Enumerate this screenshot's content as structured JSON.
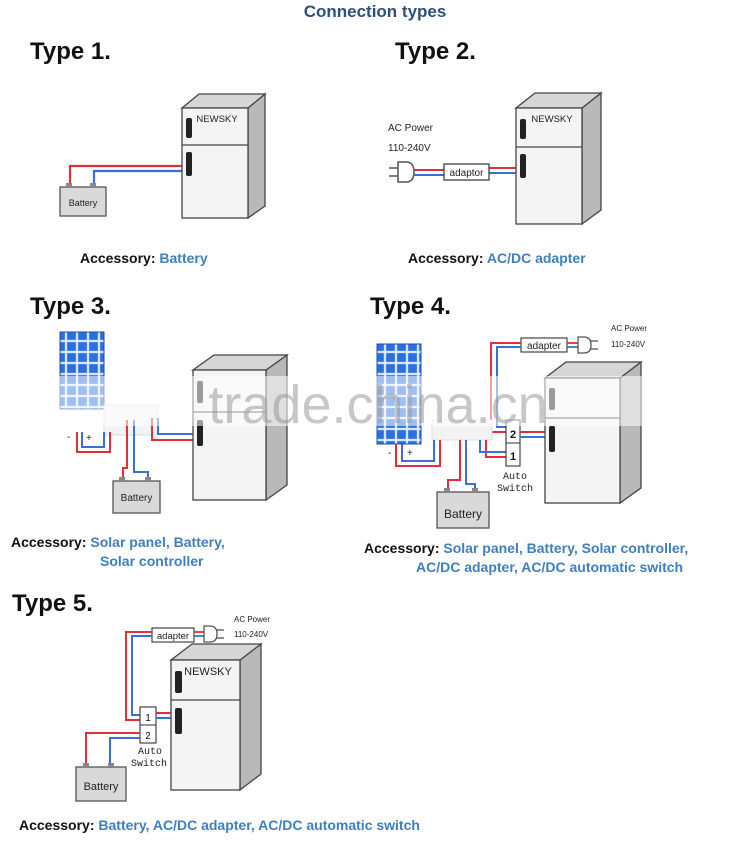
{
  "title": "Connection types",
  "brand": "NEWSKY",
  "watermark": "trade.china.cn",
  "types": [
    {
      "title": "Type 1.",
      "accessory_label": "Accessory:",
      "accessory_value": "Battery"
    },
    {
      "title": "Type 2.",
      "accessory_label": "Accessory:",
      "accessory_value": "AC/DC adapter"
    },
    {
      "title": "Type 3.",
      "accessory_label": "Accessory:",
      "accessory_value_line1": "Solar panel, Battery,",
      "accessory_value_line2": "Solar controller"
    },
    {
      "title": "Type 4.",
      "accessory_label": "Accessory:",
      "accessory_value_line1": "Solar panel, Battery, Solar controller,",
      "accessory_value_line2": "AC/DC adapter, AC/DC automatic switch"
    },
    {
      "title": "Type 5.",
      "accessory_label": "Accessory:",
      "accessory_value": "Battery, AC/DC adapter, AC/DC automatic switch"
    }
  ],
  "labels": {
    "battery": "Battery",
    "adaptor": "adaptor",
    "adapter": "adapter",
    "ac_power": "AC Power",
    "voltage": "110-240V",
    "auto": "Auto",
    "switch": "Switch",
    "plus": "+",
    "minus": "-",
    "one": "1",
    "two": "2"
  },
  "colors": {
    "title": "#2f4f7f",
    "accent": "#3f7fbf",
    "wire_red": "#e0303a",
    "wire_blue": "#3a6fd8",
    "fridge_face": "#f4f4f4",
    "fridge_side": "#b9b9b9",
    "fridge_top": "#d6d6d6",
    "solar": "#2c6fe0"
  }
}
